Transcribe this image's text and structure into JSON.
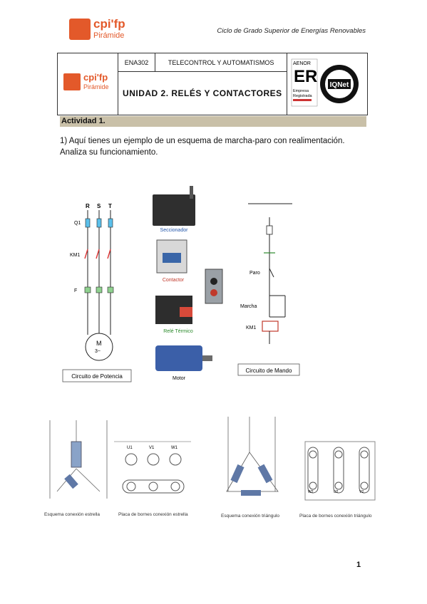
{
  "header": {
    "logo_brand": "cpi'fp",
    "logo_sub": "Pirámide",
    "org_line": "Ciclo de Grado Superior de Energías Renovables"
  },
  "info_table": {
    "code": "ENA302",
    "module": "TELECONTROL Y AUTOMATISMOS",
    "unit": "UNIDAD 2.  RELÉS Y CONTACTORES",
    "cert1_top": "AENOR",
    "cert1_mark": "ER",
    "cert1_text1": "Empresa",
    "cert1_text2": "Registrada",
    "cert2_mark": "IQNet"
  },
  "activity": {
    "heading": "Actividad 1.",
    "text": "1) Aquí tienes un ejemplo de un esquema de marcha-paro con realimentación. Analiza su funcionamiento."
  },
  "power_circuit": {
    "phases": [
      "R",
      "S",
      "T"
    ],
    "labels": [
      "Q1",
      "KM1",
      "F",
      "M",
      "3~"
    ],
    "caption": "Circuito de Potencia"
  },
  "components": {
    "seccionador": "Seccionador",
    "contactor": "Contactor",
    "rele": "Relé Térmico",
    "motor": "Motor"
  },
  "control_circuit": {
    "paro": "Paro",
    "marcha": "Marcha",
    "coil": "KM1",
    "caption": "Circuito de Mando"
  },
  "connections": {
    "star_caption": "Esquema conexión estrella",
    "star_plate_caption": "Placa de bornes conexión estrella",
    "delta_caption": "Esquema conexión triángulo",
    "delta_plate_caption": "Placa de bornes conexión triángulo",
    "terminals_top": [
      "U1",
      "V1",
      "W1"
    ],
    "terminals_bottom": [
      "W2",
      "U2",
      "V2"
    ]
  },
  "footer": {
    "page": "1"
  }
}
